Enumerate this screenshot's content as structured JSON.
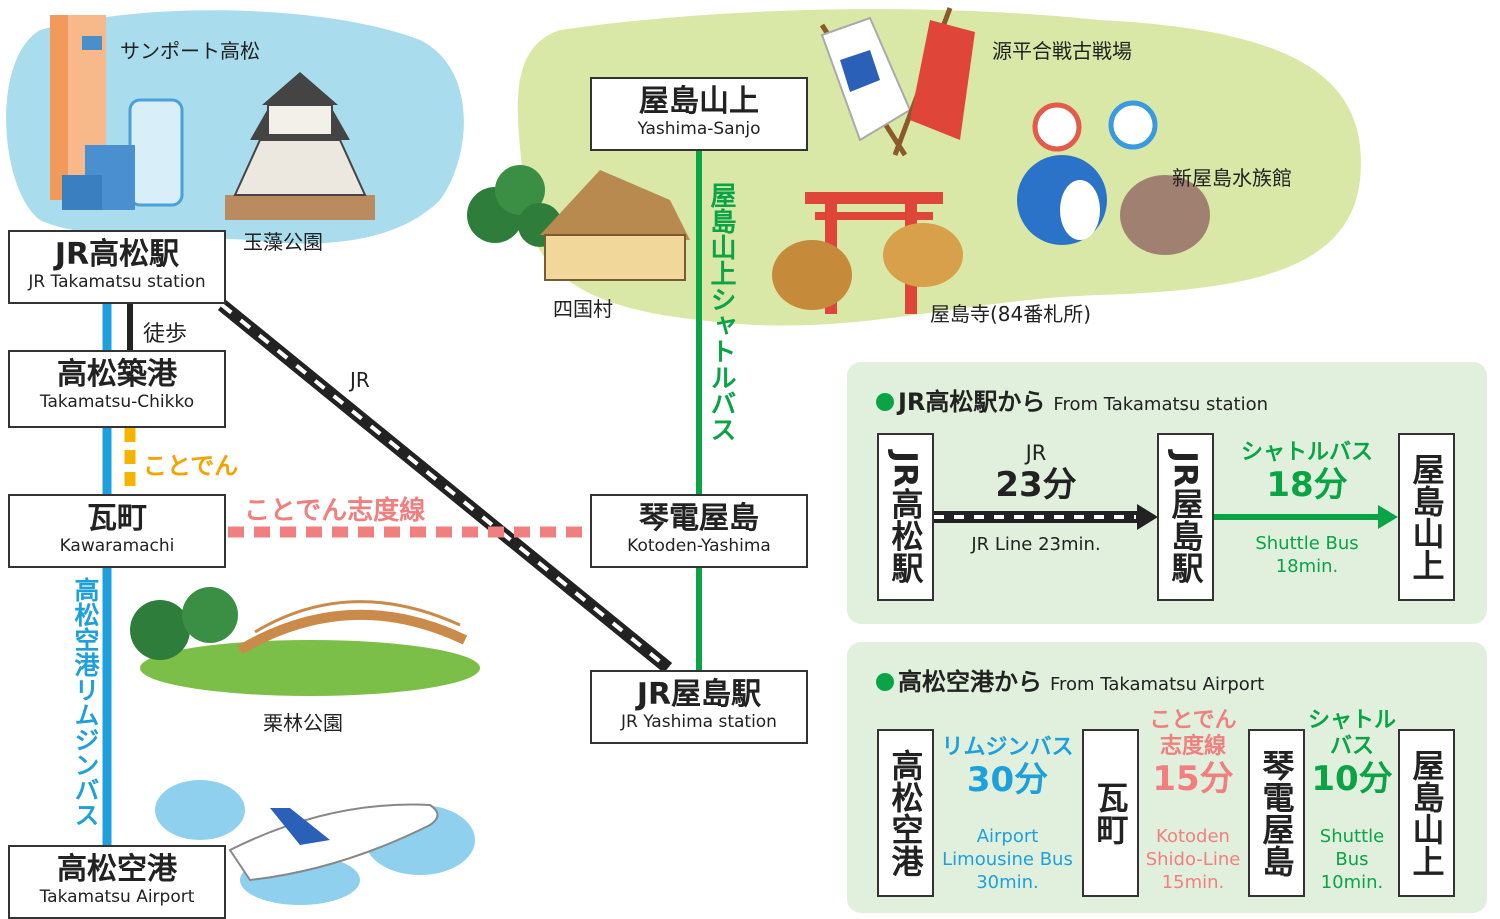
{
  "colors": {
    "jr": "#222222",
    "limousine": "#1ea0dc",
    "shuttle": "#0aa346",
    "kotoden": "#f08080",
    "kotoden_label": "#f5a300"
  },
  "areas": {
    "takamatsu": {
      "landmark1": "サンポート高松",
      "landmark2": "玉藻公園"
    },
    "yashima": {
      "battlefield": "源平合戦古戦場",
      "aquarium": "新屋島水族館",
      "village": "四国村",
      "temple": "屋島寺(84番札所)"
    },
    "ritsurin": "栗林公園"
  },
  "stations": {
    "jr_takamatsu": {
      "jp": "JR高松駅",
      "en": "JR Takamatsu station"
    },
    "chikko": {
      "jp": "高松築港",
      "en": "Takamatsu-Chikko"
    },
    "kawaramachi": {
      "jp": "瓦町",
      "en": "Kawaramachi"
    },
    "airport": {
      "jp": "高松空港",
      "en": "Takamatsu Airport"
    },
    "sanjo": {
      "jp": "屋島山上",
      "en": "Yashima-Sanjo"
    },
    "kotoden_yashima": {
      "jp": "琴電屋島",
      "en": "Kotoden-Yashima"
    },
    "jr_yashima": {
      "jp": "JR屋島駅",
      "en": "JR Yashima station"
    }
  },
  "line_labels": {
    "walk": "徒歩",
    "jr": "JR",
    "kotoden": "ことでん",
    "shido": "ことでん志度線",
    "shuttle": "屋島山上シャトルバス",
    "limousine": "高松空港リムジンバス"
  },
  "route1": {
    "title_jp": "JR高松駅から",
    "title_en": "From Takamatsu station",
    "from": "JR高松駅",
    "mid": "JR屋島駅",
    "to": "屋島山上",
    "leg1": {
      "name": "JR",
      "time": "23分",
      "en": "JR Line 23min."
    },
    "leg2": {
      "name": "シャトルバス",
      "time": "18分",
      "en1": "Shuttle Bus",
      "en2": "18min."
    }
  },
  "route2": {
    "title_jp": "高松空港から",
    "title_en": "From Takamatsu Airport",
    "from": "高松空港",
    "mid1": "瓦町",
    "mid2": "琴電屋島",
    "to": "屋島山上",
    "leg1": {
      "name": "リムジンバス",
      "time": "30分",
      "en1": "Airport",
      "en2": "Limousine Bus",
      "en3": "30min."
    },
    "leg2": {
      "name1": "ことでん",
      "name2": "志度線",
      "time": "15分",
      "en1": "Kotoden",
      "en2": "Shido-Line",
      "en3": "15min."
    },
    "leg3": {
      "name1": "シャトル",
      "name2": "バス",
      "time": "10分",
      "en1": "Shuttle",
      "en2": "Bus",
      "en3": "10min."
    }
  }
}
